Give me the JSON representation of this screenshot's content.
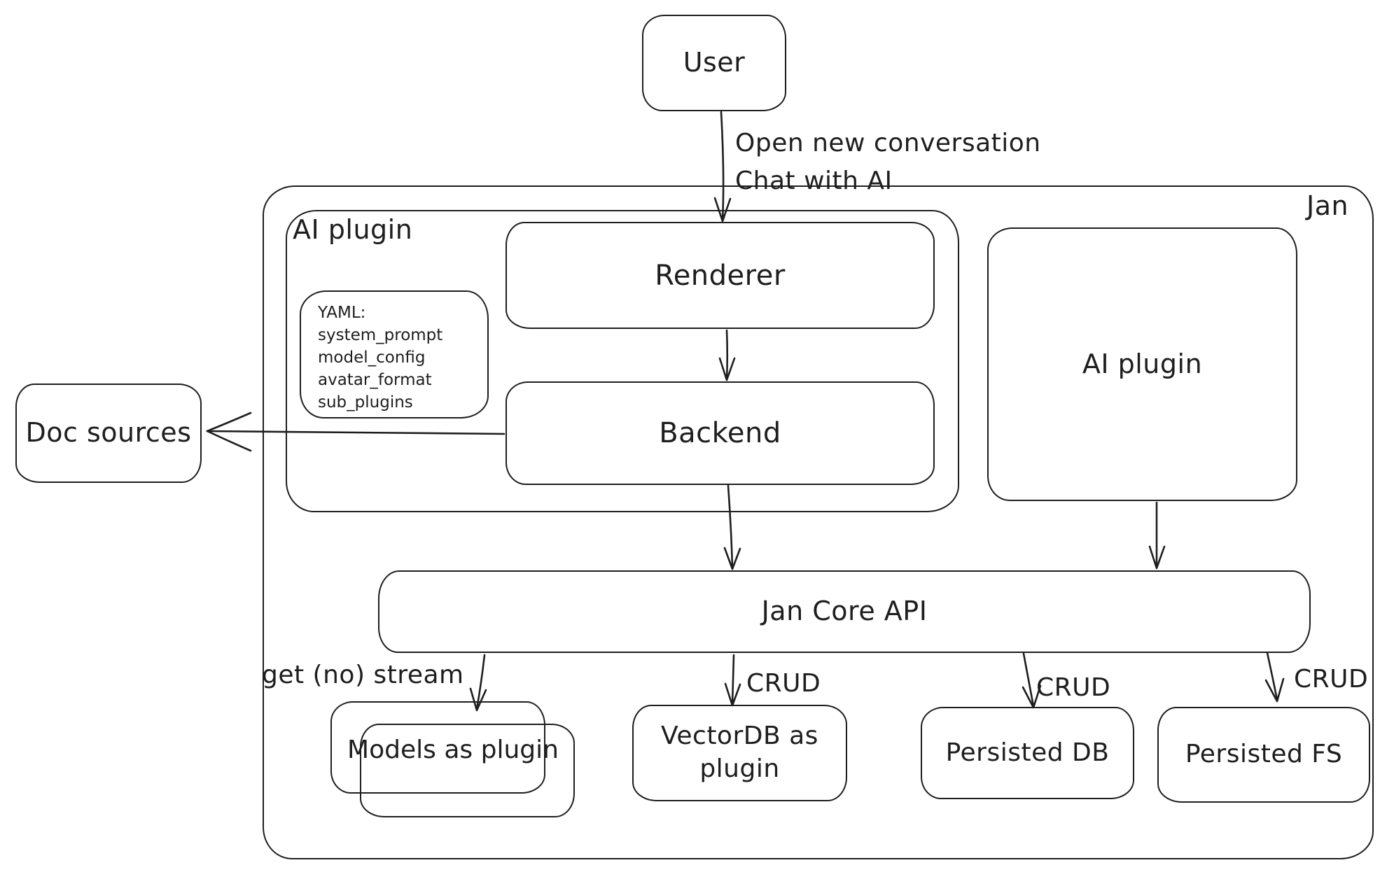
{
  "colors": {
    "stroke": "#1e1e1e",
    "background": "#ffffff"
  },
  "nodes": {
    "jan_container": {
      "label": "Jan"
    },
    "ai_plugin_container": {
      "label": "AI plugin"
    },
    "user": {
      "label": "User"
    },
    "renderer": {
      "label": "Renderer"
    },
    "backend": {
      "label": "Backend"
    },
    "yaml_note": {
      "lines": [
        "YAML:",
        "system_prompt",
        "model_config",
        "avatar_format",
        "sub_plugins"
      ]
    },
    "doc_sources": {
      "label": "Doc sources"
    },
    "ai_plugin_box": {
      "label": "AI plugin"
    },
    "jan_core_api": {
      "label": "Jan Core API"
    },
    "models_as_plugin": {
      "label": "Models as plugin"
    },
    "vectordb_as_plugin": {
      "label": "VectorDB as plugin"
    },
    "persisted_db": {
      "label": "Persisted DB"
    },
    "persisted_fs": {
      "label": "Persisted FS"
    }
  },
  "edges": {
    "user_to_renderer": {
      "lines": [
        "Open new conversation",
        "Chat with AI"
      ]
    },
    "core_to_models": {
      "label": "get (no) stream"
    },
    "core_to_vectordb": {
      "label": "CRUD"
    },
    "core_to_persisted_db": {
      "label": "CRUD"
    },
    "core_to_persisted_fs": {
      "label": "CRUD"
    }
  }
}
